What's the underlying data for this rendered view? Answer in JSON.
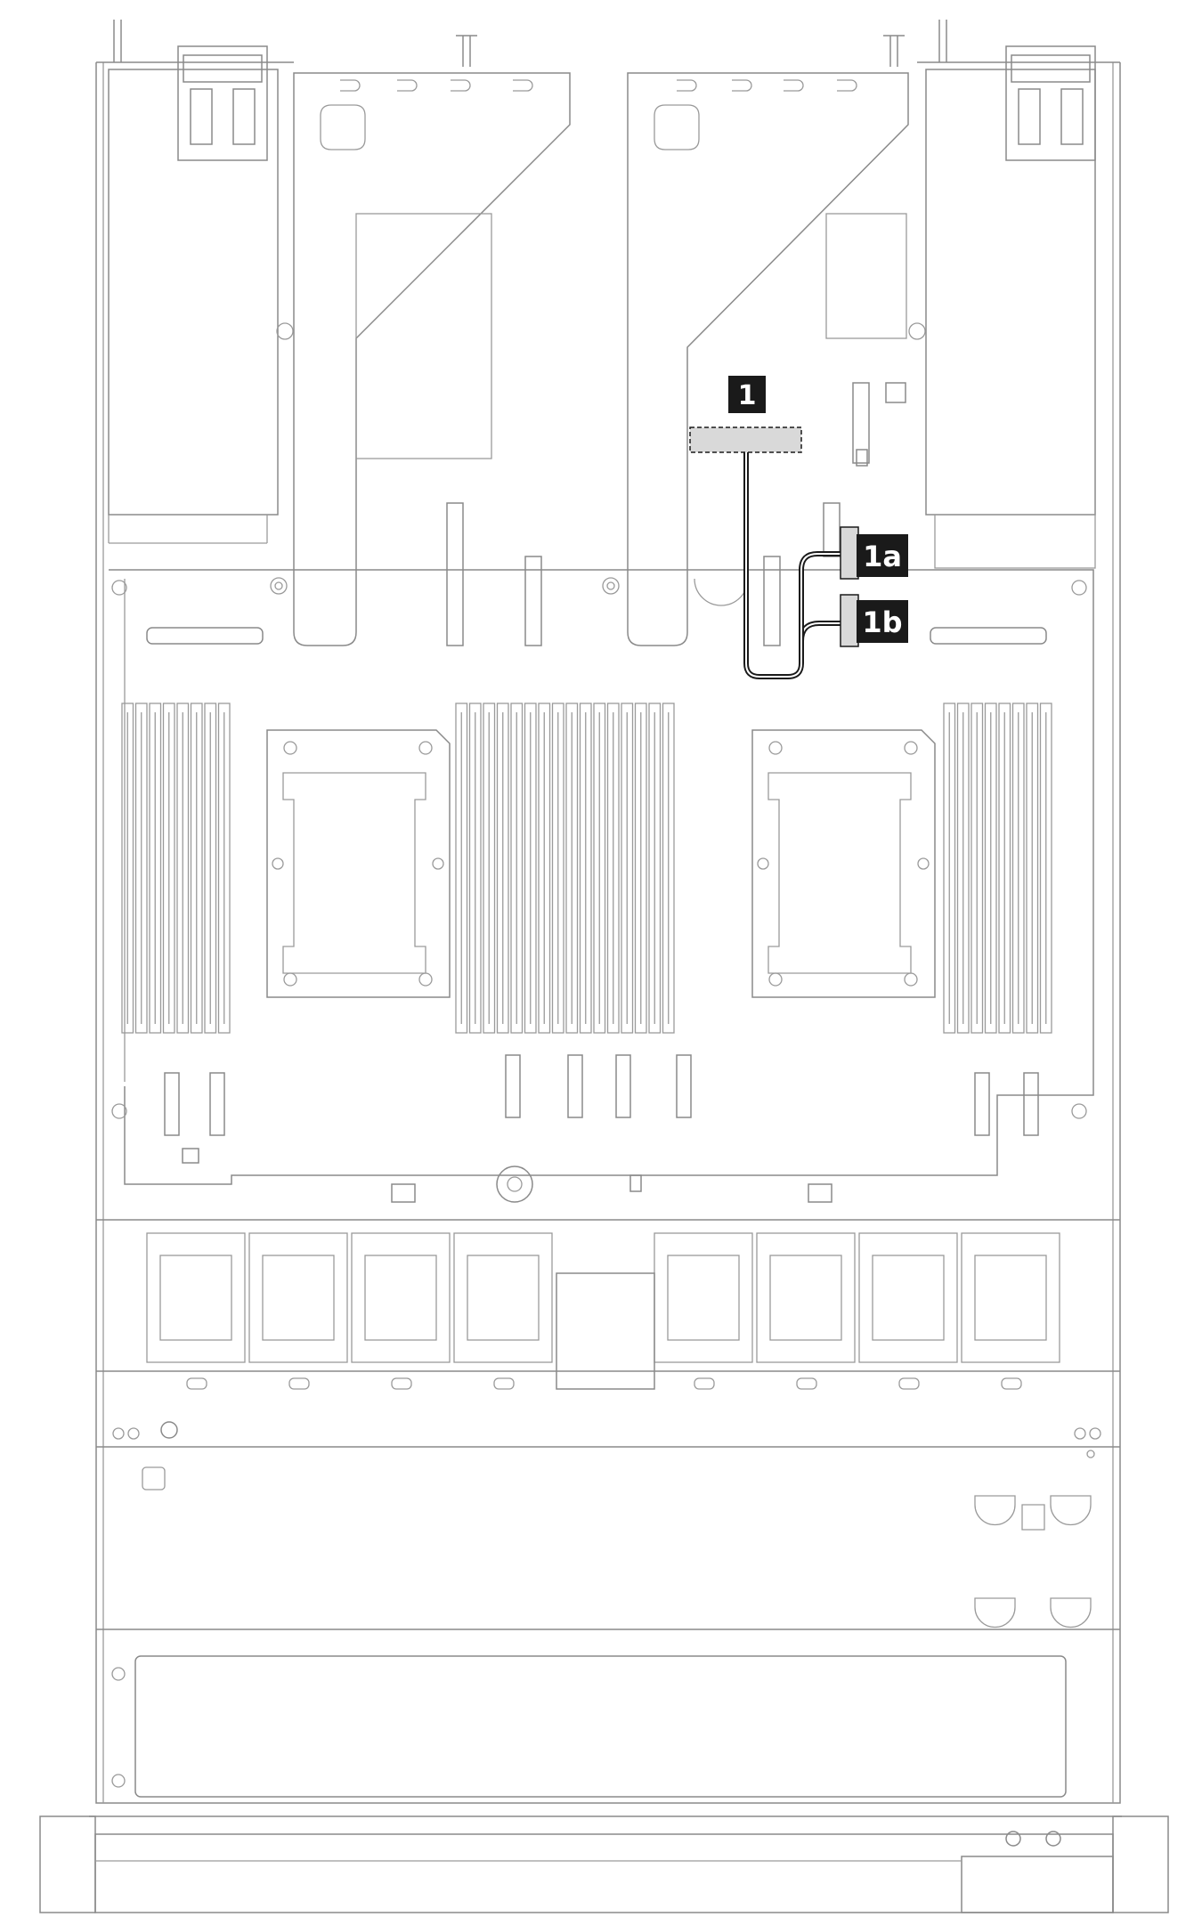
{
  "callouts": [
    {
      "id": "1",
      "label": "1"
    },
    {
      "id": "1a",
      "label": "1a"
    },
    {
      "id": "1b",
      "label": "1b"
    }
  ],
  "colors": {
    "line": "#8a8a8a",
    "callout_bg": "#1a1a1a",
    "callout_text": "#ffffff",
    "cable": "#1a1a1a",
    "connector_fill": "#d9d9d9"
  }
}
